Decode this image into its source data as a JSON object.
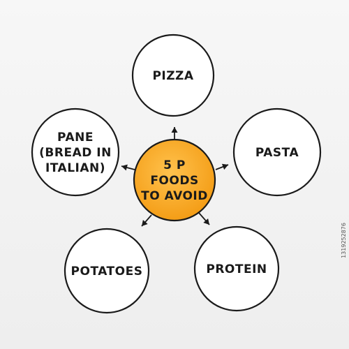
{
  "diagram": {
    "center": {
      "lines": [
        "5 P",
        "FOODS",
        "TO AVOID"
      ],
      "fill": "#f7a21b"
    },
    "nodes": [
      {
        "key": "pizza",
        "lines": [
          "PIZZA"
        ]
      },
      {
        "key": "pasta",
        "lines": [
          "PASTA"
        ]
      },
      {
        "key": "protein",
        "lines": [
          "PROTEIN"
        ]
      },
      {
        "key": "potatoes",
        "lines": [
          "POTATOES"
        ]
      },
      {
        "key": "pane",
        "lines": [
          "PANE",
          "(BREAD IN",
          "ITALIAN)"
        ]
      }
    ]
  },
  "watermark": "1319252876",
  "colors": {
    "accent": "#f7a21b",
    "stroke": "#1a1a1a",
    "background": "#f2f2f2"
  }
}
